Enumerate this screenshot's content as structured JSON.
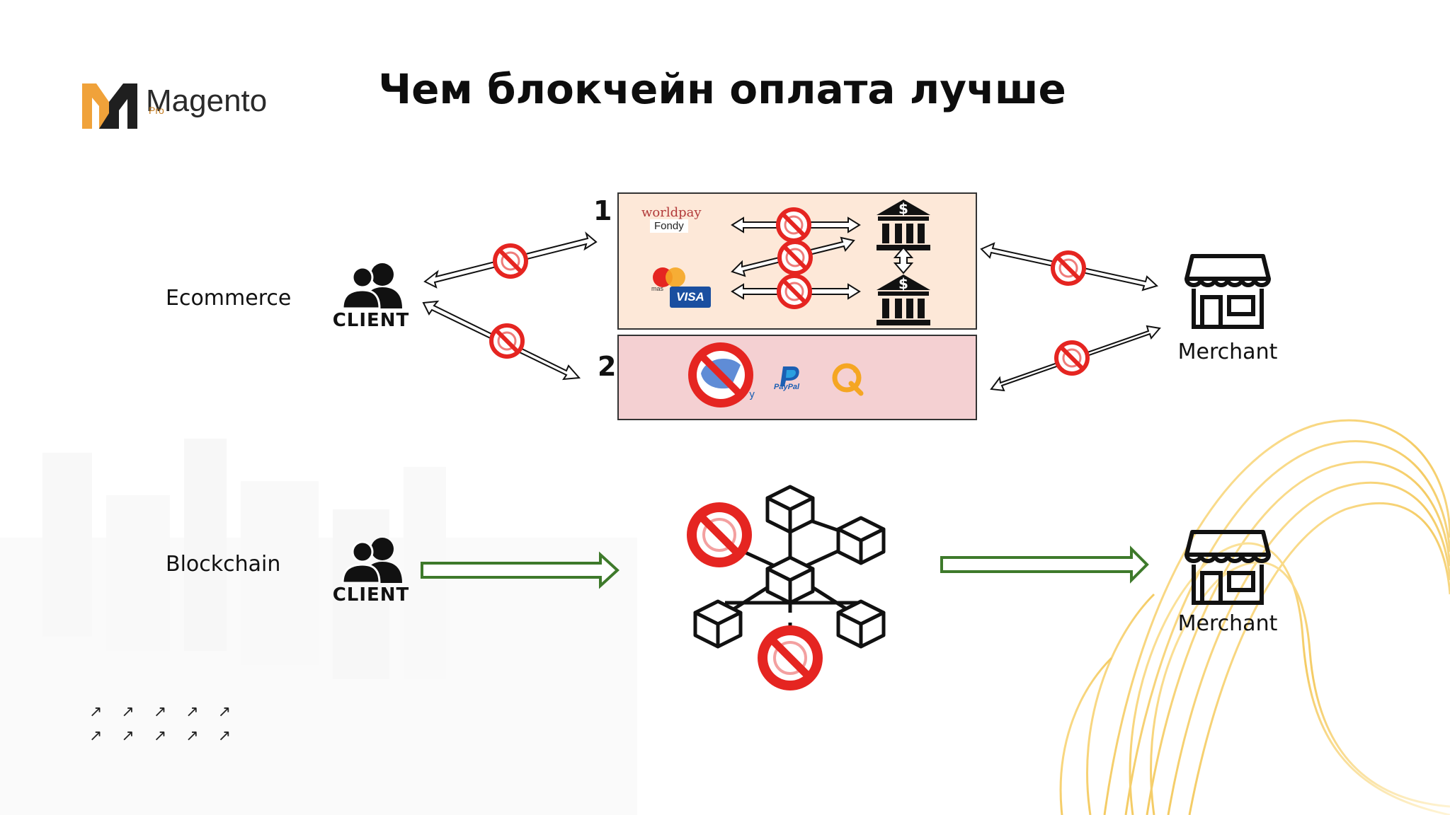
{
  "slide": {
    "title": "Чем блокчейн оплата лучше",
    "logo": {
      "brand": "Magento",
      "sub": "Pro"
    },
    "rows": {
      "ecommerce": "Ecommerce",
      "blockchain": "Blockchain"
    },
    "client_label": "CLIENT",
    "merchant_label": "Merchant",
    "box_numbers": [
      "1",
      "2"
    ],
    "brands": {
      "worldpay": "worldpay",
      "fondy": "Fondy",
      "visa": "VISA",
      "mastercard_fragment": "mas",
      "paypal": "PayPal"
    },
    "decor_arrows": [
      "↗ ↗ ↗ ↗ ↗",
      "↗ ↗ ↗ ↗ ↗"
    ],
    "colors": {
      "accent_orange": "#f0a23a",
      "prohibit_red": "#e52521",
      "green_arrow": "#3e7a2b",
      "box1_fill": "#fde8d8",
      "box2_fill": "#f4d0d2"
    }
  }
}
